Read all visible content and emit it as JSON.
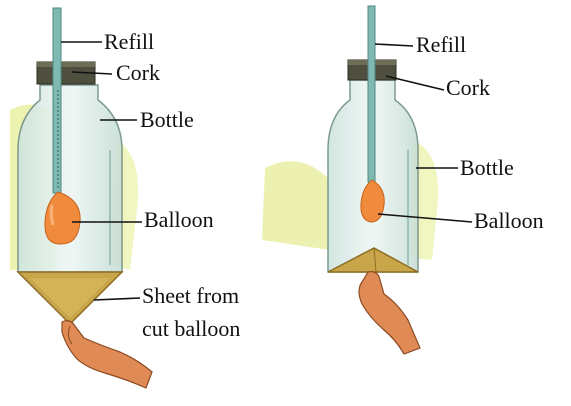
{
  "left_figure": {
    "refill_label": "Refill",
    "cork_label": "Cork",
    "bottle_label": "Bottle",
    "balloon_label": "Balloon",
    "sheet_label_line1": "Sheet from",
    "sheet_label_line2": "cut balloon"
  },
  "right_figure": {
    "refill_label": "Refill",
    "cork_label": "Cork",
    "bottle_label": "Bottle",
    "balloon_label": "Balloon"
  },
  "colors": {
    "refill": "#7fb9b1",
    "cork": "#4f4f3f",
    "glass": "#d9ece9",
    "tint": "#e8ef9a",
    "balloon": "#f08a3c",
    "sheet": "#c9a64a",
    "hand": "#e08a55"
  }
}
